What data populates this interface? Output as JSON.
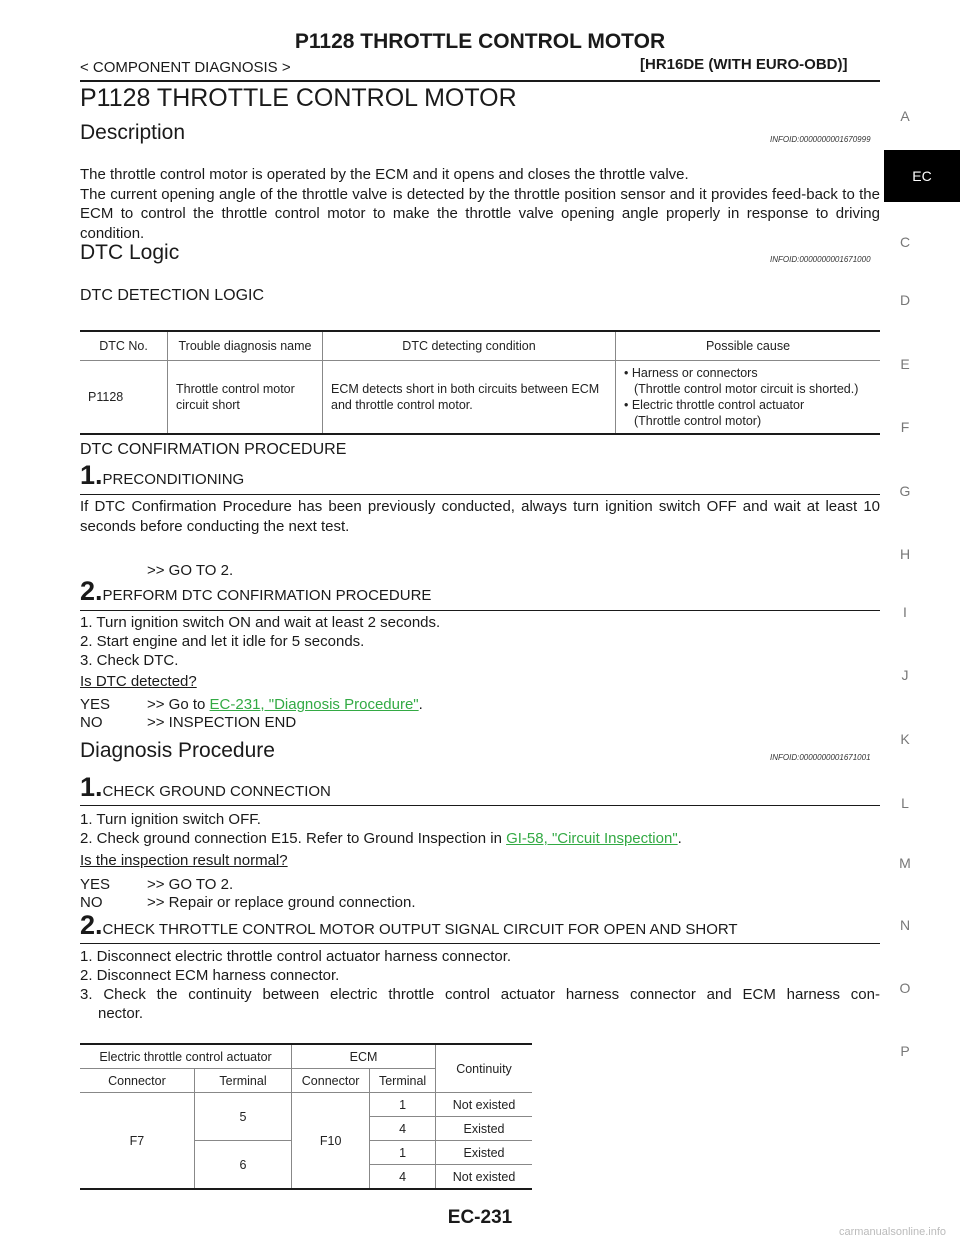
{
  "header": {
    "title": "P1128 THROTTLE CONTROL MOTOR",
    "left": "< COMPONENT DIAGNOSIS >",
    "right": "[HR16DE (WITH EURO-OBD)]"
  },
  "page_title": "P1128 THROTTLE CONTROL MOTOR",
  "description": {
    "heading": "Description",
    "infoid": "INFOID:0000000001670999",
    "lines": [
      "The throttle control motor is operated by the ECM and it opens and closes the throttle valve.",
      "The current opening angle of the throttle valve is detected by the throttle position sensor and it provides feed-back to the ECM to control the throttle control motor to make the throttle valve opening angle properly in response to driving condition."
    ]
  },
  "dtc_logic": {
    "heading": "DTC Logic",
    "infoid": "INFOID:0000000001671000",
    "detection_heading": "DTC DETECTION LOGIC",
    "table": {
      "headers": [
        "DTC No.",
        "Trouble diagnosis name",
        "DTC detecting condition",
        "Possible cause"
      ],
      "row": {
        "dtc": "P1128",
        "name": "Throttle control motor circuit short",
        "condition": "ECM detects short in both circuits between ECM and throttle control motor.",
        "causes": [
          {
            "main": "• Harness or connectors",
            "sub": "(Throttle control motor circuit is shorted.)"
          },
          {
            "main": "• Electric throttle control actuator",
            "sub": "(Throttle control motor)"
          }
        ]
      }
    },
    "confirmation_heading": "DTC CONFIRMATION PROCEDURE",
    "step1": {
      "num": "1.",
      "label": "PRECONDITIONING",
      "text": "If DTC Confirmation Procedure has been previously conducted, always turn ignition switch OFF and wait at least 10 seconds before conducting the next test.",
      "goto": ">> GO TO 2."
    },
    "step2": {
      "num": "2.",
      "label": "PERFORM DTC CONFIRMATION PROCEDURE",
      "items": [
        "1. Turn ignition switch ON and wait at least 2 seconds.",
        "2. Start engine and let it idle for 5 seconds.",
        "3. Check DTC."
      ],
      "question": "Is DTC detected?",
      "yes_key": "YES",
      "yes_prefix": ">> Go to ",
      "yes_link": "EC-231, \"Diagnosis Procedure\"",
      "yes_suffix": ".",
      "no_key": "NO",
      "no_text": ">> INSPECTION END"
    }
  },
  "diagnosis": {
    "heading": "Diagnosis Procedure",
    "infoid": "INFOID:0000000001671001",
    "step1": {
      "num": "1.",
      "label": "CHECK GROUND CONNECTION",
      "item1": "1. Turn ignition switch OFF.",
      "item2_prefix": "2. Check ground connection E15. Refer to Ground Inspection in ",
      "item2_link": "GI-58, \"Circuit Inspection\"",
      "item2_suffix": ".",
      "question": "Is the inspection result normal?",
      "yes_key": "YES",
      "yes_text": ">> GO TO 2.",
      "no_key": "NO",
      "no_text": ">> Repair or replace ground connection."
    },
    "step2": {
      "num": "2.",
      "label": "CHECK THROTTLE CONTROL MOTOR OUTPUT SIGNAL CIRCUIT FOR OPEN AND SHORT",
      "item1": "1. Disconnect electric throttle control actuator harness connector.",
      "item2": "2. Disconnect ECM harness connector.",
      "item3_a": "3. Check the continuity between electric throttle control actuator harness connector and ECM harness con-",
      "item3_b": "nector.",
      "table": {
        "group1": "Electric throttle control actuator",
        "group2": "ECM",
        "group3": "Continuity",
        "connector": "Connector",
        "terminal": "Terminal",
        "c1": "F7",
        "t1a": "5",
        "t1b": "6",
        "c2": "F10",
        "rows": [
          {
            "term": "1",
            "cont": "Not existed"
          },
          {
            "term": "4",
            "cont": "Existed"
          },
          {
            "term": "1",
            "cont": "Existed"
          },
          {
            "term": "4",
            "cont": "Not existed"
          }
        ]
      }
    }
  },
  "side_index": {
    "active": "EC",
    "letters": [
      "A",
      "C",
      "D",
      "E",
      "F",
      "G",
      "H",
      "I",
      "J",
      "K",
      "L",
      "M",
      "N",
      "O",
      "P"
    ]
  },
  "footer": "EC-231",
  "watermark": "carmanualsonline.info"
}
